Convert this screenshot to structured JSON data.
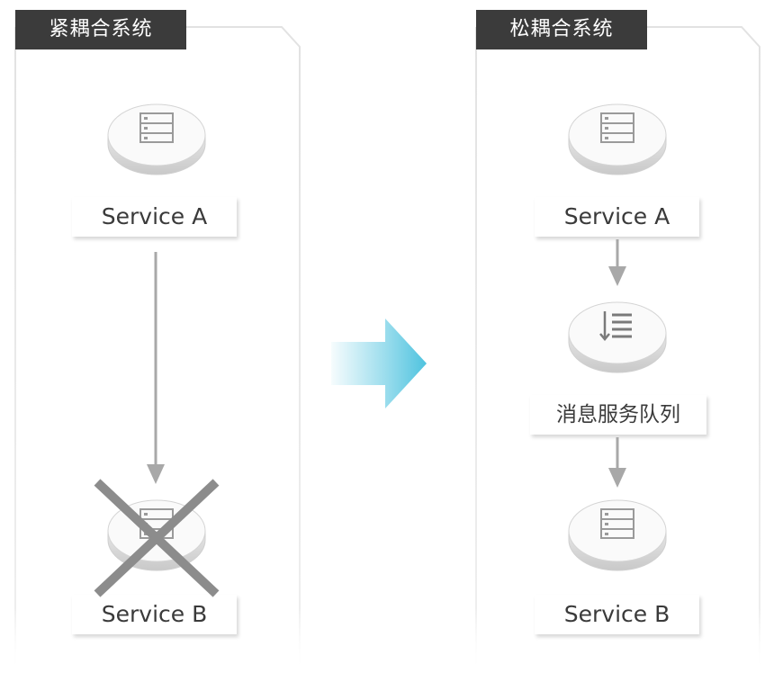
{
  "left_panel": {
    "title": "紧耦合系统",
    "service_a": "Service A",
    "service_b": "Service B"
  },
  "right_panel": {
    "title": "松耦合系统",
    "service_a": "Service A",
    "queue": "消息服务队列",
    "service_b": "Service B"
  },
  "icons": {
    "server": "server-icon",
    "queue": "queue-icon",
    "failure": "cross-icon",
    "transition": "arrow-right-icon"
  },
  "colors": {
    "tag_bg": "#3b3b3b",
    "connector": "#a8a8a8",
    "cross": "#8c8c8c",
    "big_arrow": "#4fc3df"
  }
}
